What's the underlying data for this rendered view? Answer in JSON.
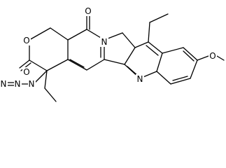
{
  "molecule": {
    "atom_labels": {
      "carbonyl_oxygen_top": "O",
      "ring_oxygen": "O",
      "lactone_carbonyl_oxygen": "O",
      "ring_nitrogen_pyrrole": "N",
      "ring_nitrogen_quinoline": "N",
      "methoxy_oxygen": "O",
      "azide_n1": "N",
      "azide_n2": "N",
      "azide_n3": "N"
    }
  }
}
